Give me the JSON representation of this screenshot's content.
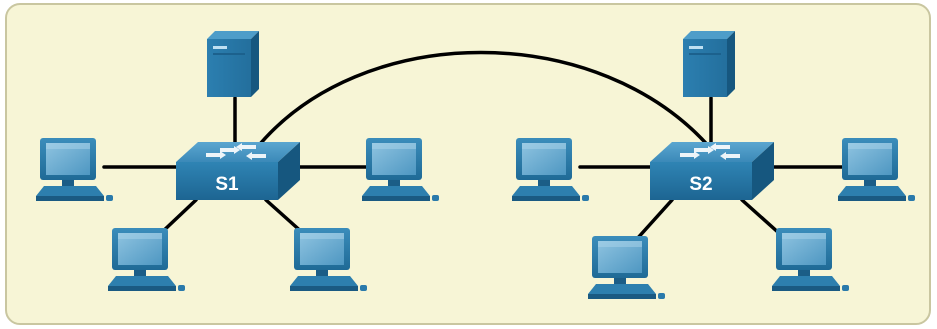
{
  "diagram": {
    "background_color": "#f7f5d6",
    "border_color": "#c9c6a0",
    "link_color": "#000000",
    "device_color": "#2b7aa6",
    "device_dark": "#1a5a80",
    "switches": [
      {
        "id": "s1",
        "label": "S1",
        "icon": "network-switch-icon"
      },
      {
        "id": "s2",
        "label": "S2",
        "icon": "network-switch-icon"
      }
    ],
    "servers": [
      {
        "id": "server-1",
        "icon": "server-icon",
        "connected_to": "S1"
      },
      {
        "id": "server-2",
        "icon": "server-icon",
        "connected_to": "S2"
      }
    ],
    "pcs": [
      {
        "id": "pc-s1-left",
        "icon": "pc-icon",
        "connected_to": "S1"
      },
      {
        "id": "pc-s1-right",
        "icon": "pc-icon",
        "connected_to": "S1"
      },
      {
        "id": "pc-s1-bottom-left",
        "icon": "pc-icon",
        "connected_to": "S1"
      },
      {
        "id": "pc-s1-bottom-right",
        "icon": "pc-icon",
        "connected_to": "S1"
      },
      {
        "id": "pc-s2-left",
        "icon": "pc-icon",
        "connected_to": "S2"
      },
      {
        "id": "pc-s2-right",
        "icon": "pc-icon",
        "connected_to": "S2"
      },
      {
        "id": "pc-s2-bottom-left",
        "icon": "pc-icon",
        "connected_to": "S2"
      },
      {
        "id": "pc-s2-bottom-right",
        "icon": "pc-icon",
        "connected_to": "S2"
      }
    ],
    "trunk_link": {
      "from": "S1",
      "to": "S2"
    }
  }
}
